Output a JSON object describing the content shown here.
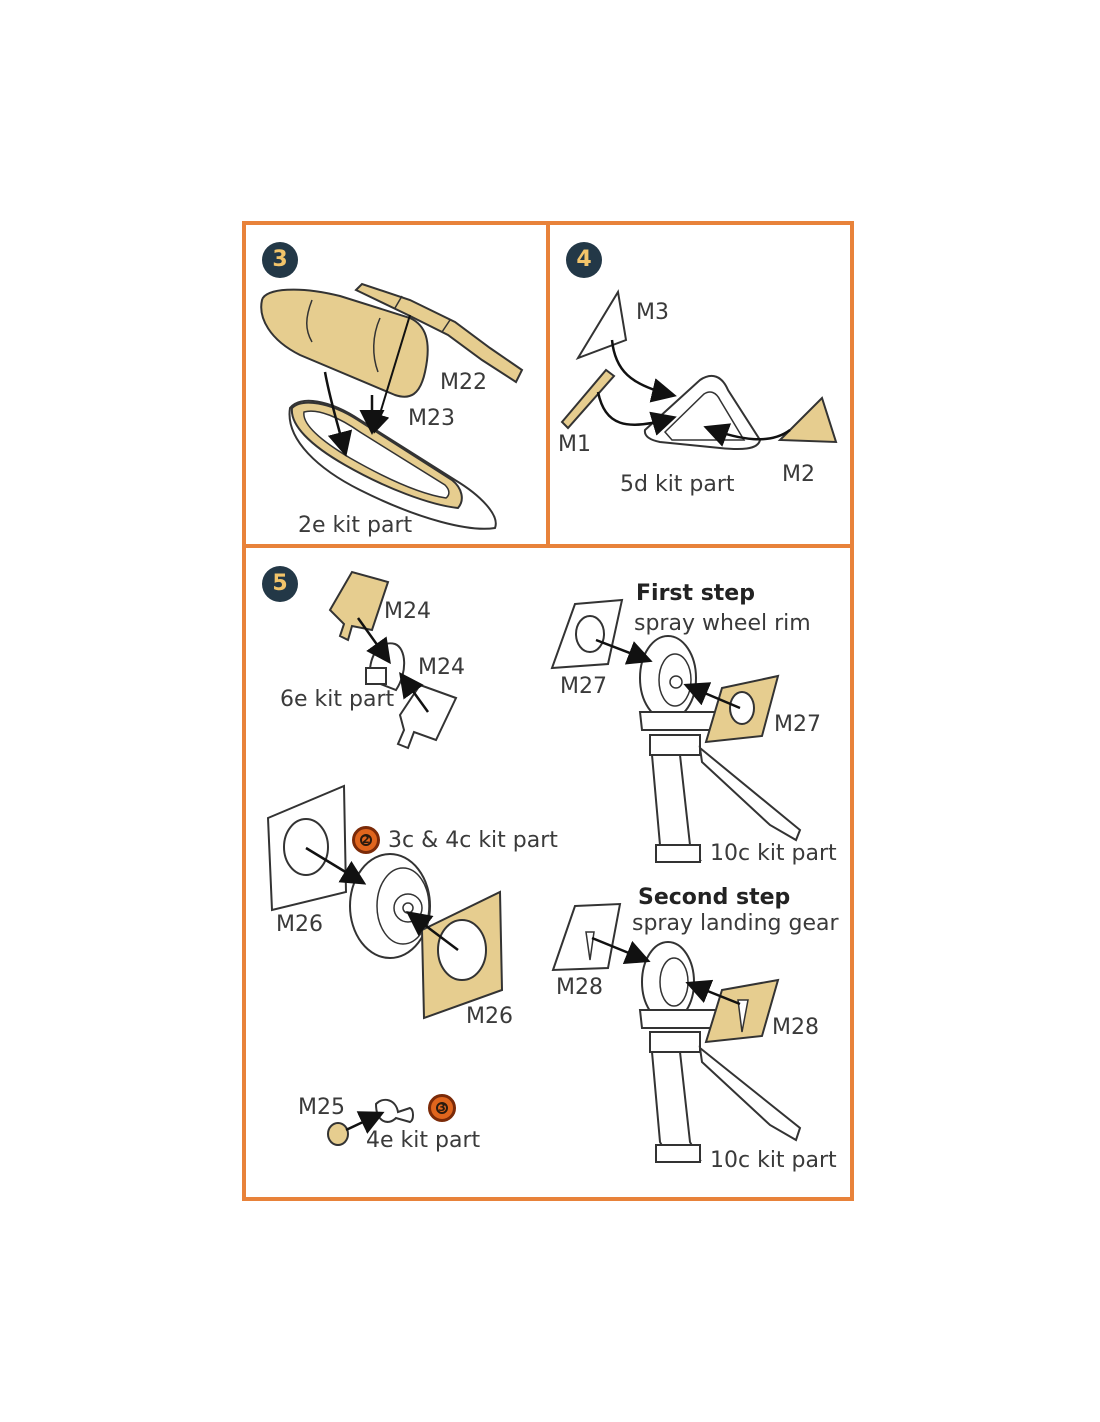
{
  "colors": {
    "frame": "#e8823a",
    "mask": "#e6cd8f",
    "badge_bg": "#233847",
    "badge_text": "#f2c46a",
    "paint": "#e0651d"
  },
  "steps": [
    {
      "number": "3",
      "labels": {
        "m22": "M22",
        "m23": "M23",
        "kit": "2e kit part"
      }
    },
    {
      "number": "4",
      "labels": {
        "m3": "M3",
        "m1": "M1",
        "m2": "M2",
        "kit": "5d kit part"
      }
    },
    {
      "number": "5",
      "labels": {
        "m24_top": "M24",
        "m24_bottom": "M24",
        "kit_6e": "6e kit part",
        "paint_3c4c": "3c & 4c kit part",
        "m26_left": "M26",
        "m26_right": "M26",
        "m25": "M25",
        "kit_4e": "4e kit part",
        "first_step_title": "First step",
        "first_step_sub": "spray wheel rim",
        "m27_left": "M27",
        "m27_right": "M27",
        "kit_10c_a": "10c kit part",
        "second_step_title": "Second step",
        "second_step_sub": "spray landing gear",
        "m28_left": "M28",
        "m28_right": "M28",
        "kit_10c_b": "10c kit part"
      },
      "paint_badges": [
        "2",
        "3"
      ]
    }
  ]
}
